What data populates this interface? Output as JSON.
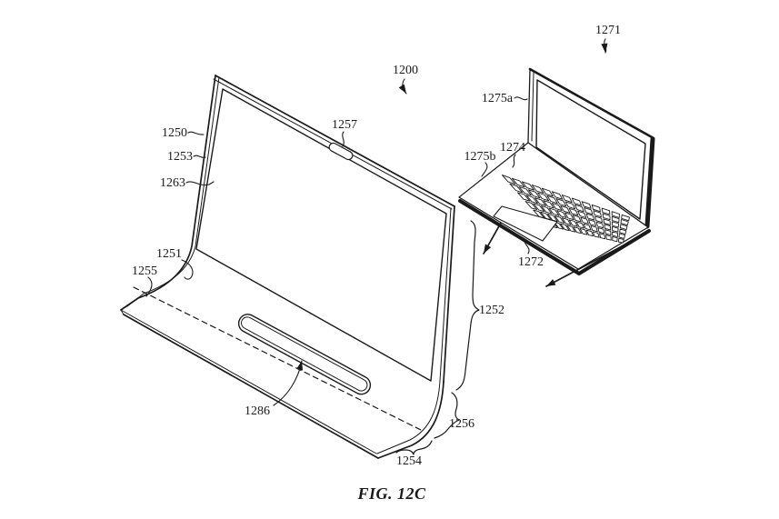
{
  "figure": {
    "caption": "FIG. 12C"
  },
  "labels": {
    "l1200": "1200",
    "l1250": "1250",
    "l1251": "1251",
    "l1252": "1252",
    "l1253": "1253",
    "l1254": "1254",
    "l1255": "1255",
    "l1256": "1256",
    "l1257": "1257",
    "l1263": "1263",
    "l1271": "1271",
    "l1272": "1272",
    "l1274": "1274",
    "l1275a": "1275a",
    "l1275b": "1275b",
    "l1286": "1286"
  },
  "colors": {
    "ink": "#1a1a1a",
    "paper": "#ffffff"
  }
}
